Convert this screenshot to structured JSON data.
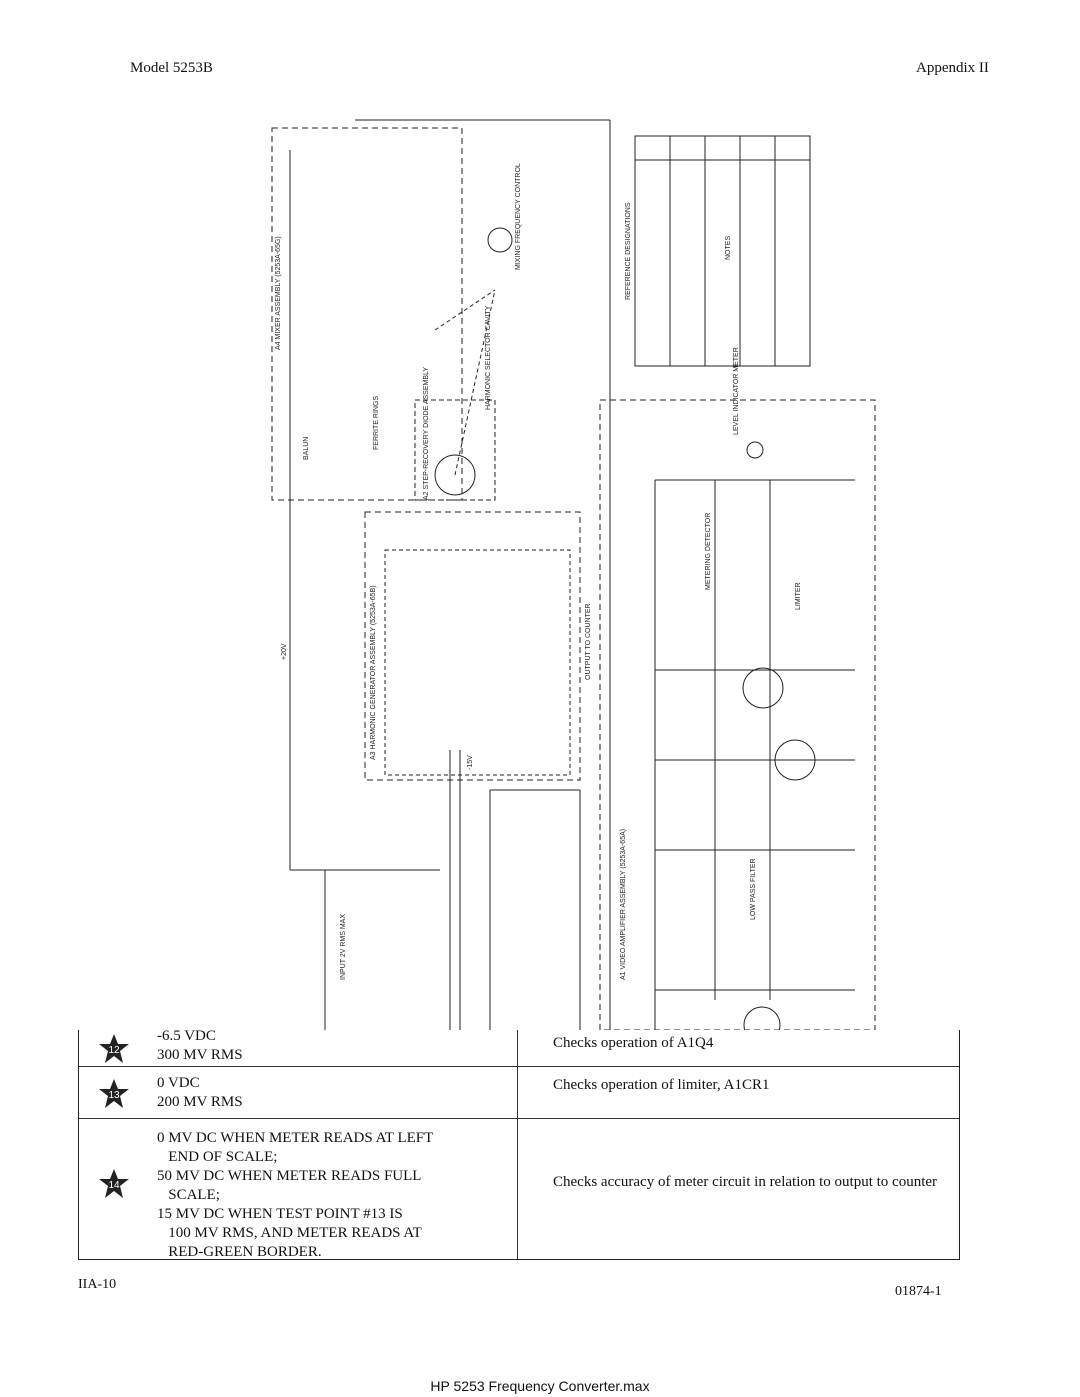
{
  "header": {
    "left": "Model 5253B",
    "right": "Appendix II"
  },
  "schematic": {
    "labels": [
      "A4 MIXER ASSEMBLY (5253A-65G)",
      "A2 STEP-RECOVERY DIODE ASSEMBLY",
      "A3 HARMONIC GENERATOR ASSEMBLY (5253A-65B)",
      "A1 VIDEO AMPLIFIER ASSEMBLY (5253A-65A)",
      "REFERENCE DESIGNATIONS",
      "NOTES",
      "HARMONIC SELECTOR CAVITY",
      "OUTPUT TO COUNTER",
      "LOW PASS FILTER",
      "METERING DETECTOR",
      "LIMITER",
      "LEVEL INDICATOR METER",
      "MIXING FREQUENCY CONTROL",
      "INPUT 2V RMS MAX",
      "FERRITE RINGS",
      "BALUN",
      "+20V",
      "-15V"
    ]
  },
  "table": {
    "rows": [
      {
        "tp": "12",
        "conditions": "-6.5 VDC\n300 MV RMS",
        "purpose": "Checks operation of A1Q4"
      },
      {
        "tp": "13",
        "conditions": "0 VDC\n200 MV RMS",
        "purpose": "Checks operation of limiter, A1CR1"
      },
      {
        "tp": "14",
        "conditions": "0 MV DC WHEN METER READS AT LEFT\n   END OF SCALE;\n50 MV DC WHEN METER READS FULL\n   SCALE;\n15 MV DC WHEN TEST POINT #13 IS\n   100 MV RMS, AND METER READS AT\n   RED-GREEN BORDER.",
        "purpose": "Checks accuracy of meter circuit in relation to output to counter"
      }
    ]
  },
  "footer": {
    "page": "IIA-10",
    "code": "01874-1",
    "caption": "HP 5253 Frequency Converter.max"
  }
}
